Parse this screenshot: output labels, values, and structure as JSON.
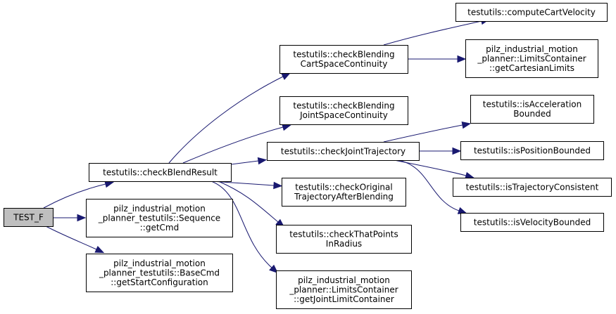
{
  "diagram": {
    "type": "call-graph",
    "edge_color": "#191970",
    "root_fill": "#bfbfbf",
    "nodes": [
      {
        "id": "test_f",
        "lines": [
          "TEST_F"
        ],
        "root": true
      },
      {
        "id": "checkBlendResult",
        "lines": [
          "testutils::checkBlendResult"
        ]
      },
      {
        "id": "sequenceGetCmd",
        "lines": [
          "pilz_industrial_motion",
          "_planner_testutils::Sequence",
          "::getCmd"
        ]
      },
      {
        "id": "baseCmdGetStartConfiguration",
        "lines": [
          "pilz_industrial_motion",
          "_planner_testutils::BaseCmd",
          "::getStartConfiguration"
        ]
      },
      {
        "id": "checkBlendingCartSpaceContinuity",
        "lines": [
          "testutils::checkBlending",
          "CartSpaceContinuity"
        ]
      },
      {
        "id": "checkBlendingJointSpaceContinuity",
        "lines": [
          "testutils::checkBlending",
          "JointSpaceContinuity"
        ]
      },
      {
        "id": "checkJointTrajectory",
        "lines": [
          "testutils::checkJointTrajectory"
        ]
      },
      {
        "id": "checkOriginalTrajectoryAfterBlending",
        "lines": [
          "testutils::checkOriginal",
          "TrajectoryAfterBlending"
        ]
      },
      {
        "id": "checkThatPointsInRadius",
        "lines": [
          "testutils::checkThatPoints",
          "InRadius"
        ]
      },
      {
        "id": "getJointLimitContainer",
        "lines": [
          "pilz_industrial_motion",
          "_planner::LimitsContainer",
          "::getJointLimitContainer"
        ]
      },
      {
        "id": "computeCartVelocity",
        "lines": [
          "testutils::computeCartVelocity"
        ]
      },
      {
        "id": "getCartesianLimits",
        "lines": [
          "pilz_industrial_motion",
          "_planner::LimitsContainer",
          "::getCartesianLimits"
        ]
      },
      {
        "id": "isAccelerationBounded",
        "lines": [
          "testutils::isAcceleration",
          "Bounded"
        ]
      },
      {
        "id": "isPositionBounded",
        "lines": [
          "testutils::isPositionBounded"
        ]
      },
      {
        "id": "isTrajectoryConsistent",
        "lines": [
          "testutils::isTrajectoryConsistent"
        ]
      },
      {
        "id": "isVelocityBounded",
        "lines": [
          "testutils::isVelocityBounded"
        ]
      }
    ],
    "edges": [
      {
        "from": "test_f",
        "to": "checkBlendResult"
      },
      {
        "from": "test_f",
        "to": "sequenceGetCmd"
      },
      {
        "from": "test_f",
        "to": "baseCmdGetStartConfiguration"
      },
      {
        "from": "checkBlendResult",
        "to": "checkBlendingCartSpaceContinuity"
      },
      {
        "from": "checkBlendResult",
        "to": "checkBlendingJointSpaceContinuity"
      },
      {
        "from": "checkBlendResult",
        "to": "checkJointTrajectory"
      },
      {
        "from": "checkBlendResult",
        "to": "checkOriginalTrajectoryAfterBlending"
      },
      {
        "from": "checkBlendResult",
        "to": "checkThatPointsInRadius"
      },
      {
        "from": "checkBlendResult",
        "to": "getJointLimitContainer"
      },
      {
        "from": "checkBlendingCartSpaceContinuity",
        "to": "computeCartVelocity"
      },
      {
        "from": "checkBlendingCartSpaceContinuity",
        "to": "getCartesianLimits"
      },
      {
        "from": "checkJointTrajectory",
        "to": "isAccelerationBounded"
      },
      {
        "from": "checkJointTrajectory",
        "to": "isPositionBounded"
      },
      {
        "from": "checkJointTrajectory",
        "to": "isTrajectoryConsistent"
      },
      {
        "from": "checkJointTrajectory",
        "to": "isVelocityBounded"
      }
    ]
  }
}
